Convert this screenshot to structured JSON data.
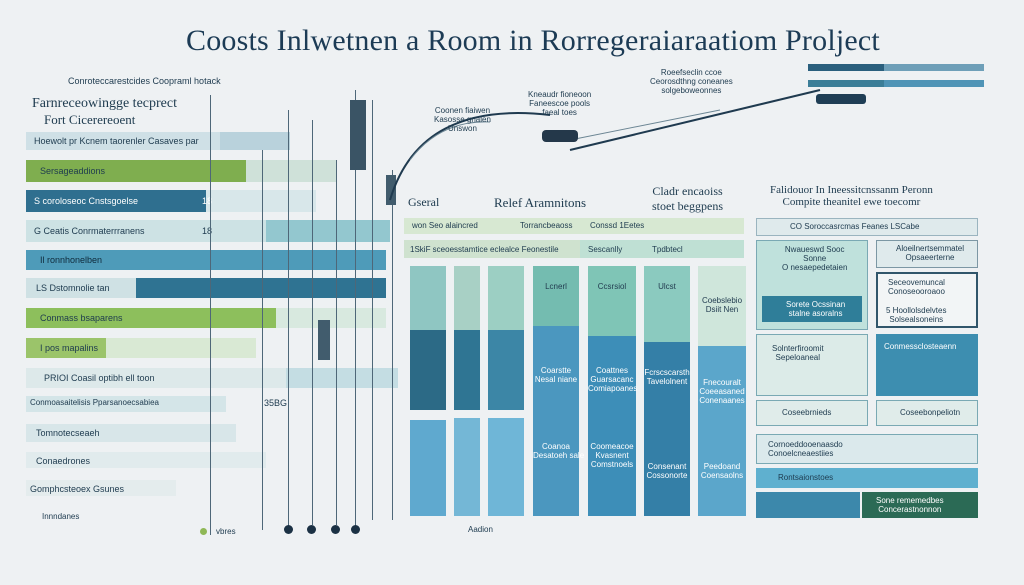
{
  "title": "Coosts Inlwetnen a Room in Rorregeraiaraatiom Prolject",
  "left_panel": {
    "top_caption": "Conroteccarestcides Coopraml hotack",
    "heading_line1": "Farnreceowingge tecprect",
    "heading_line2": "Fort Cicerereoent",
    "rows": [
      "Hoewolt pr Kcnem taorenler Casaves par",
      "Sersageaddions",
      "S coroloseoc Cnstsgoelse",
      "G Ceatis Conrmaterrranens",
      "Il ronnhonelben",
      "LS Dstomnolie tan",
      "Conmass bsaparens",
      "I pos mapalins",
      "PRIOI Coasil optibh ell toon",
      "Conmoasaitelisis Pparsanoecsabiea",
      "Tomnotecseaeh",
      "Conaedrones",
      "Gomphcsteoex Gsunes",
      "Innndanes"
    ],
    "small_numbers": [
      "18",
      "18",
      "35BG"
    ],
    "footer_left": "vbres"
  },
  "middle": {
    "annotation_top_left": "Coonen fiaiwen\nKasosse gnalen\nUnswon",
    "annotation_top_mid": "Kneaudr fioneoon\nFaneescoe pools\nfaeal toes",
    "annotation_top_right": "Roeefseclin ccoe\nCeorosdthng coneanes\nsolgeboweonnes",
    "header_1": "Gseral",
    "header_2": "Relef Aramnitons",
    "header_3": "Cladr encaoiss\nstoet beggpens",
    "header_4": "Falidouor In Ineessitcnssanm Peronn\nCompite theanitel ewe toecomr",
    "strip_1": "won Seo alaincred",
    "strip_1b": "Torrancbeaoss",
    "strip_1c": "Conssd 1Eetes",
    "strip_2": "1SkiF sceoesstamtice eclealce Feonestile",
    "strip_2b": "Sescanlly",
    "strip_2c": "Tpdbtecl",
    "col_labels": [
      "Lcnerl",
      "Ccsrsiol",
      "Ulcst",
      "Coebslebio\nDsiit Nen"
    ],
    "col_mid_labels": [
      "Coarstte\nNesal niane",
      "Coattnes\nGuarsacanc\nComiapoanes",
      "Fcrscscarsth\nTavelolnent",
      "Fnecouralt\nCoeeasaned\nConenaanes"
    ],
    "col_low_labels": [
      "Coanoa\nDesatoeh sale",
      "Coomeacoe\nKvasnent\nComstnoels",
      "Consenant\nCossonorte",
      "Peedoand\nCoensaolns"
    ],
    "footer_mid": "Aadion"
  },
  "right_panel": {
    "top_box": "CO Soroccasrcmas Feanes LSCabe",
    "cards": [
      "Nwaueswd Sooc\nSonne\nO nesaepedetaien",
      "Sorete Ocssinan\nstalne asoralns",
      "Aloeilnertsemmatel\nOpsaeerterne",
      "Seceovemuncal\nConoseooroaoo",
      "5 Hoollolsdelvtes\nSolsealsoneins",
      "Solnterfiroomit\nSepeloaneal",
      "Conmessclosteaenn",
      "Coseebrnieds",
      "Coseebonpeliotn",
      "Cornoeddooenaasdo\nConoelcneaestiies",
      "Rontsaionstoes",
      "Sone rememedbes\nConcerastnonnon"
    ]
  },
  "colors": {
    "navy": "#1e4e69",
    "teal": "#3f8fa5",
    "light_teal": "#8fc9c9",
    "green": "#7fae4f",
    "sky": "#5fa9cf",
    "pale": "#d3e6e4",
    "dark_green": "#2b6a55"
  }
}
